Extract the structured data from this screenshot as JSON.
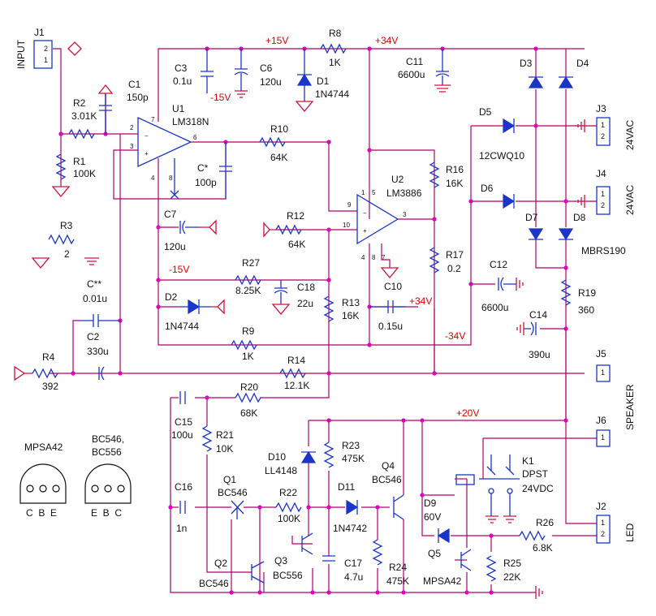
{
  "colors": {
    "wire": "#b0006a",
    "component": "#1a35c8",
    "power": "#d0103a",
    "node": "#e000c0",
    "rail_label": "#e00000"
  },
  "connectors": {
    "j1": {
      "ref": "J1",
      "pin_a": "2",
      "pin_b": "1",
      "name": "INPUT"
    },
    "j3": {
      "ref": "J3",
      "pin_a": "1",
      "pin_b": "2",
      "name": "24VAC"
    },
    "j4": {
      "ref": "J4",
      "pin_a": "1",
      "pin_b": "2",
      "name": "24VAC"
    },
    "j5": {
      "ref": "J5",
      "pin_a": "1"
    },
    "j6": {
      "ref": "J6",
      "pin_a": "1",
      "name": "SPEAKER"
    },
    "j2": {
      "ref": "J2",
      "pin_a": "1",
      "pin_b": "2",
      "name": "LED"
    }
  },
  "resistors": {
    "r1": {
      "ref": "R1",
      "value": "100K"
    },
    "r2": {
      "ref": "R2",
      "value": "3.01K"
    },
    "r3": {
      "ref": "R3",
      "value": "2"
    },
    "r4": {
      "ref": "R4",
      "value": "392"
    },
    "r8": {
      "ref": "R8",
      "value": "1K"
    },
    "r9": {
      "ref": "R9",
      "value": "1K"
    },
    "r10": {
      "ref": "R10",
      "value": "64K"
    },
    "r12": {
      "ref": "R12",
      "value": "64K"
    },
    "r13": {
      "ref": "R13",
      "value": "16K"
    },
    "r14": {
      "ref": "R14",
      "value": "12.1K"
    },
    "r16": {
      "ref": "R16",
      "value": "16K"
    },
    "r17": {
      "ref": "R17",
      "value": "0.2"
    },
    "r19": {
      "ref": "R19",
      "value": "360"
    },
    "r20": {
      "ref": "R20",
      "value": "68K"
    },
    "r21": {
      "ref": "R21",
      "value": "10K"
    },
    "r22": {
      "ref": "R22",
      "value": "100K"
    },
    "r23": {
      "ref": "R23",
      "value": "475K"
    },
    "r24": {
      "ref": "R24",
      "value": "475K"
    },
    "r25": {
      "ref": "R25",
      "value": "22K"
    },
    "r26": {
      "ref": "R26",
      "value": "6.8K"
    },
    "r27": {
      "ref": "R27",
      "value": "8.25K"
    }
  },
  "capacitors": {
    "c1": {
      "ref": "C1",
      "value": "150p"
    },
    "c2": {
      "ref": "C2",
      "value": "330u"
    },
    "c3": {
      "ref": "C3",
      "value": "0.1u"
    },
    "c6": {
      "ref": "C6",
      "value": "120u"
    },
    "c7": {
      "ref": "C7",
      "value": "120u"
    },
    "c10": {
      "ref": "C10",
      "value": "0.15u"
    },
    "c11": {
      "ref": "C11",
      "value": "6600u"
    },
    "c12": {
      "ref": "C12",
      "value": "6600u"
    },
    "c14": {
      "ref": "C14",
      "value": "390u"
    },
    "c15": {
      "ref": "C15",
      "value": "100u"
    },
    "c16": {
      "ref": "C16",
      "value": "1n"
    },
    "c17": {
      "ref": "C17",
      "value": "4.7u"
    },
    "c18": {
      "ref": "C18",
      "value": "22u"
    },
    "cstar": {
      "ref": "C*",
      "value": "100p"
    },
    "cdstar": {
      "ref": "C**",
      "value": "0.01u"
    }
  },
  "diodes": {
    "d1": {
      "ref": "D1",
      "value": "1N4744"
    },
    "d2": {
      "ref": "D2",
      "value": "1N4744"
    },
    "d3": {
      "ref": "D3"
    },
    "d4": {
      "ref": "D4"
    },
    "d5": {
      "ref": "D5",
      "value": "12CWQ10"
    },
    "d6": {
      "ref": "D6"
    },
    "d7": {
      "ref": "D7"
    },
    "d8": {
      "ref": "D8",
      "value": "MBRS190"
    },
    "d9": {
      "ref": "D9",
      "value": "60V"
    },
    "d10": {
      "ref": "D10",
      "value": "LL4148"
    },
    "d11": {
      "ref": "D11",
      "value": "1N4742"
    }
  },
  "ics": {
    "u1": {
      "ref": "U1",
      "value": "LM318N"
    },
    "u2": {
      "ref": "U2",
      "value": "LM3886"
    }
  },
  "transistors": {
    "q1": {
      "ref": "Q1",
      "value": "BC546"
    },
    "q2": {
      "ref": "Q2",
      "value": "BC546"
    },
    "q3": {
      "ref": "Q3",
      "value": "BC556"
    },
    "q4": {
      "ref": "Q4",
      "value": "BC546"
    },
    "q5": {
      "ref": "Q5",
      "value": "MPSA42"
    }
  },
  "relay": {
    "ref": "K1",
    "type": "DPST",
    "coil": "24VDC"
  },
  "rails": {
    "p15": "+15V",
    "p34_top": "+34V",
    "n15_top": "-15V",
    "n15_mid": "-15V",
    "p34_mid": "+34V",
    "n34": "-34V",
    "p20": "+20V"
  },
  "pinouts": {
    "mpsa42": {
      "name": "MPSA42",
      "pins": "C  B  E"
    },
    "bc546": {
      "name_line1": "BC546,",
      "name_line2": "BC556",
      "pins": "E  B  C"
    }
  }
}
